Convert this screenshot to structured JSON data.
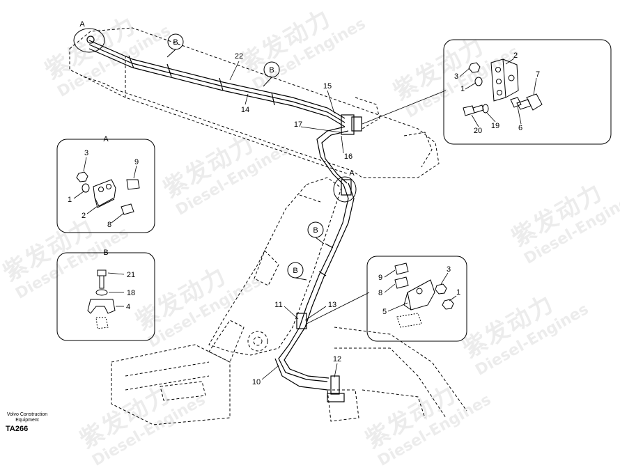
{
  "watermark": {
    "cn": "紫发动力",
    "en": "Diesel-Engines"
  },
  "footer": {
    "brand": "Volvo Construction Equipment",
    "code": "TA266"
  },
  "detail_labels": {
    "a": "A",
    "b": "B"
  },
  "callouts": {
    "n1": "1",
    "n2": "2",
    "n3": "3",
    "n4": "4",
    "n5": "5",
    "n6": "6",
    "n7": "7",
    "n8": "8",
    "n9": "9",
    "n10": "10",
    "n11": "11",
    "n12": "12",
    "n13": "13",
    "n14": "14",
    "n15": "15",
    "n16": "16",
    "n17": "17",
    "n18": "18",
    "n19": "19",
    "n20": "20",
    "n21": "21",
    "n22": "22"
  },
  "colors": {
    "line": "#000000",
    "background": "#ffffff",
    "watermark": "#000000"
  }
}
